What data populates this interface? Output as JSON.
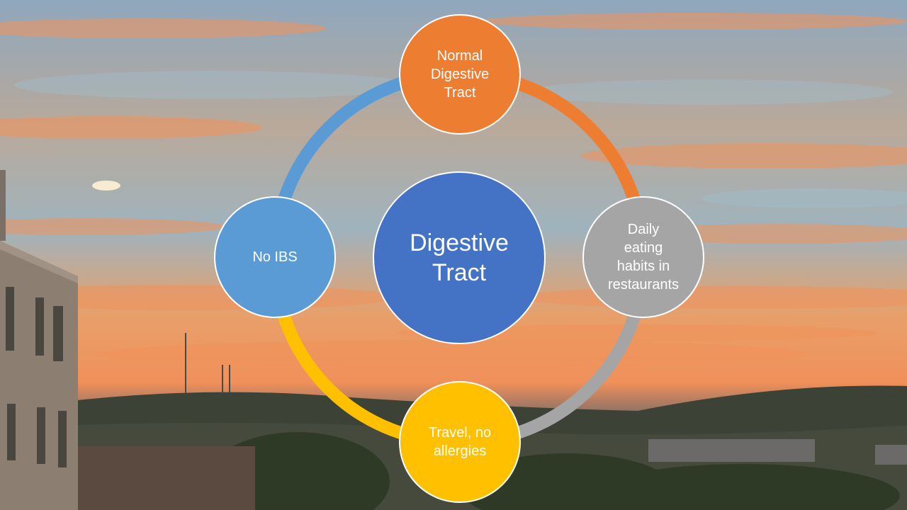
{
  "diagram": {
    "center": {
      "label": "Digestive\nTract",
      "color": "#4472c4"
    },
    "nodes": [
      {
        "id": "top",
        "label": "Normal\nDigestive\nTract",
        "color": "#ed7d31"
      },
      {
        "id": "right",
        "label": "Daily\neating\nhabits in\nrestaurants",
        "color": "#a5a5a5"
      },
      {
        "id": "bottom",
        "label": "Travel, no\nallergies",
        "color": "#ffc000"
      },
      {
        "id": "left",
        "label": "No IBS",
        "color": "#5b9bd5"
      }
    ]
  }
}
